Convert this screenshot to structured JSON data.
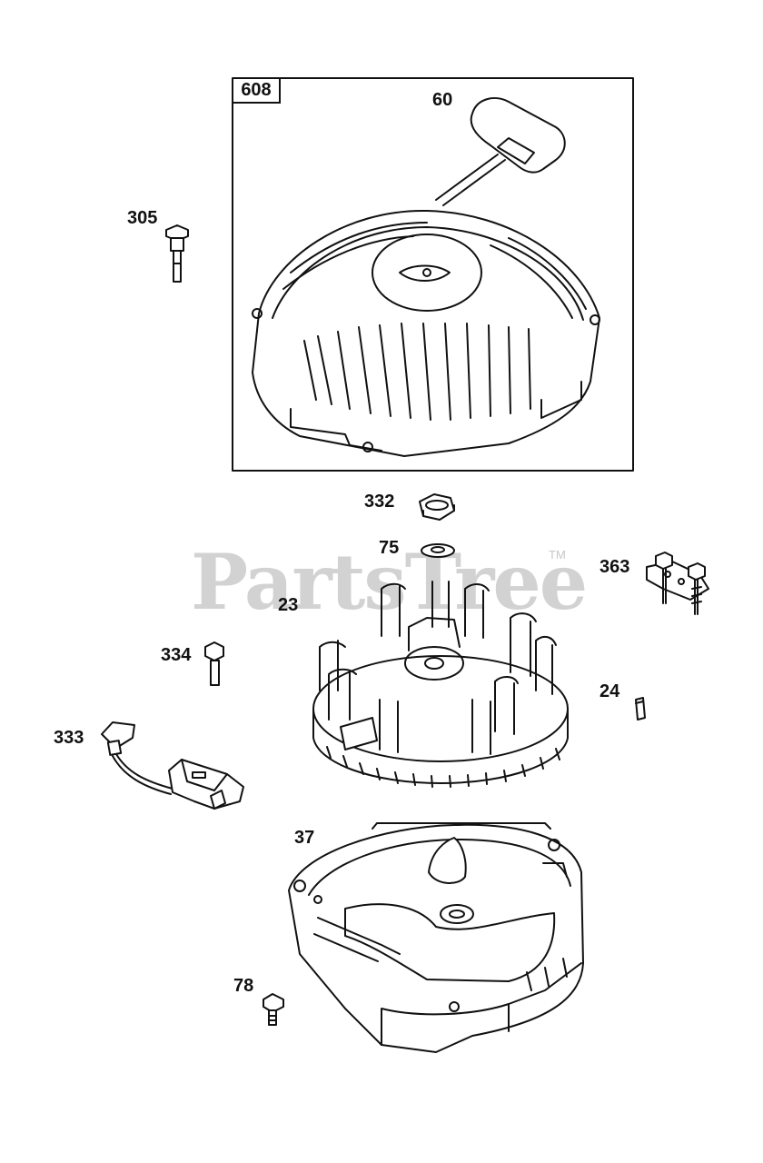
{
  "watermark": {
    "text": "PartsTree",
    "trademark": "TM"
  },
  "kit_box": {
    "label": "608"
  },
  "callouts": {
    "c60": "60",
    "c305": "305",
    "c332": "332",
    "c75": "75",
    "c363": "363",
    "c23": "23",
    "c334": "334",
    "c24": "24",
    "c333": "333",
    "c37": "37",
    "c78": "78"
  }
}
